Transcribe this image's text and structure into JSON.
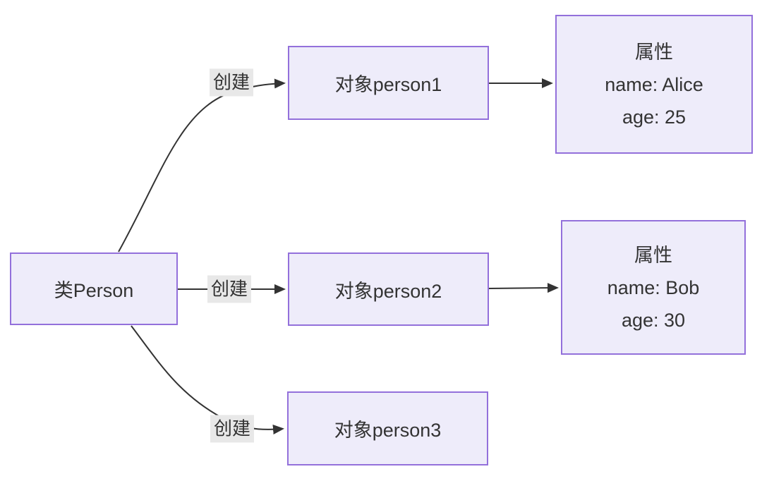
{
  "diagram": {
    "type": "flowchart",
    "colors": {
      "page_bg": "#ffffff",
      "node_fill": "#eeecfa",
      "node_border": "#9370db",
      "edge_line": "#333333",
      "edge_label_bg": "#e8e8e8",
      "text": "#333333"
    },
    "nodes": {
      "class_person": {
        "label": "类Person"
      },
      "person1": {
        "label": "对象person1"
      },
      "person2": {
        "label": "对象person2"
      },
      "person3": {
        "label": "对象person3"
      },
      "attrs_alice": {
        "lines": [
          "属性",
          "name: Alice",
          "age: 25"
        ]
      },
      "attrs_bob": {
        "lines": [
          "属性",
          "name: Bob",
          "age: 30"
        ]
      }
    },
    "edge_labels": {
      "create1": "创建",
      "create2": "创建",
      "create3": "创建"
    }
  }
}
